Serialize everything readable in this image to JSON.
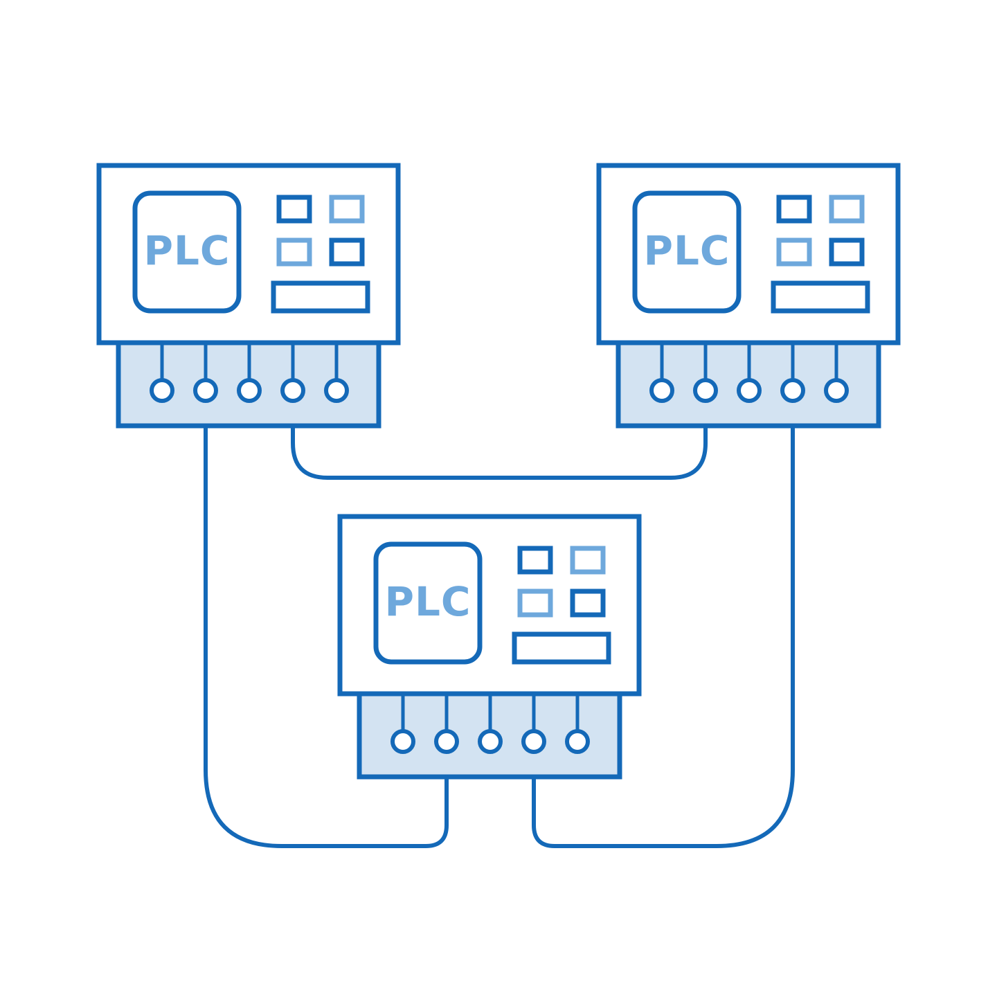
{
  "colors": {
    "primary": "#1469b8",
    "secondary": "#6ea8dc",
    "terminal_fill": "#d3e3f2",
    "background": "#ffffff"
  },
  "units": [
    {
      "label": "PLC",
      "controller_icon": "plc-processor-icon",
      "indicator_icons": [
        "status-led-active-icon",
        "status-led-inactive-icon",
        "status-led-inactive-icon",
        "status-led-active-icon",
        "display-bar-icon"
      ],
      "terminal_count": 5
    },
    {
      "label": "PLC",
      "controller_icon": "plc-processor-icon",
      "indicator_icons": [
        "status-led-active-icon",
        "status-led-inactive-icon",
        "status-led-inactive-icon",
        "status-led-active-icon",
        "display-bar-icon"
      ],
      "terminal_count": 5
    },
    {
      "label": "PLC",
      "controller_icon": "plc-processor-icon",
      "indicator_icons": [
        "status-led-active-icon",
        "status-led-inactive-icon",
        "status-led-inactive-icon",
        "status-led-active-icon",
        "display-bar-icon"
      ],
      "terminal_count": 5
    }
  ],
  "connections": [
    {
      "from_unit": 0,
      "from_terminal": 3,
      "to_unit": 1,
      "to_terminal": 1
    },
    {
      "from_unit": 0,
      "from_terminal": 1,
      "to_unit": 2,
      "to_terminal": 1
    },
    {
      "from_unit": 1,
      "from_terminal": 3,
      "to_unit": 2,
      "to_terminal": 3
    }
  ]
}
